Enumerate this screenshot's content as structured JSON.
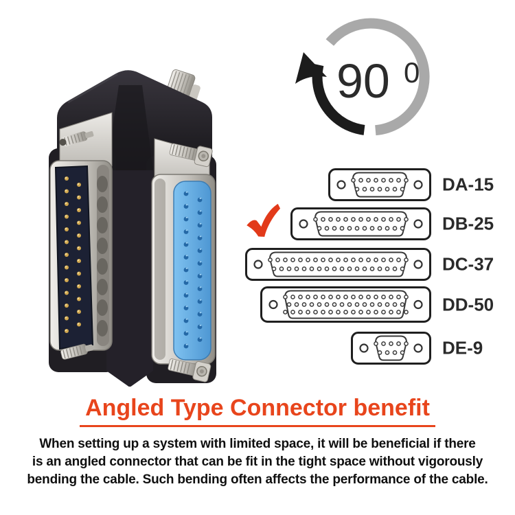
{
  "rotation_icon": {
    "degrees": "90",
    "superscript": "0",
    "ring_gray": "#a9a9a9",
    "arc_black": "#1c1c1c",
    "text_color": "#2b2b2b"
  },
  "product_photo": {
    "body_color": "#242129",
    "shell_color": "#c6c3bd",
    "male_insert_color": "#1c2134",
    "pin_color": "#d2a84f",
    "pin_highlight_color": "#f3e2a9",
    "female_insert_color": "#5fa9e2",
    "female_hole_color": "#2468a6"
  },
  "connector_list": {
    "items": [
      {
        "label": "DA-15",
        "holes": [
          8,
          7
        ],
        "checked": false
      },
      {
        "label": "DB-25",
        "holes": [
          13,
          12
        ],
        "checked": true
      },
      {
        "label": "DC-37",
        "holes": [
          19,
          18
        ],
        "checked": false
      },
      {
        "label": "DD-50",
        "holes": [
          17,
          16,
          17
        ],
        "checked": false
      },
      {
        "label": "DE-9",
        "holes": [
          5,
          4
        ],
        "checked": false
      }
    ],
    "checkmark_color": "#e23a1a",
    "outline_color": "#1f1f1f",
    "label_color": "#2a2a2a"
  },
  "heading": {
    "text": "Angled Type Connector benefit",
    "color": "#e8451c"
  },
  "body_text": {
    "text": "When setting up a system with limited space, it will be beneficial if there\nis an angled connector that can be fit in the tight space without vigorously\nbending the cable. Such bending often affects the performance of the cable.",
    "color": "#0f0f0f"
  }
}
